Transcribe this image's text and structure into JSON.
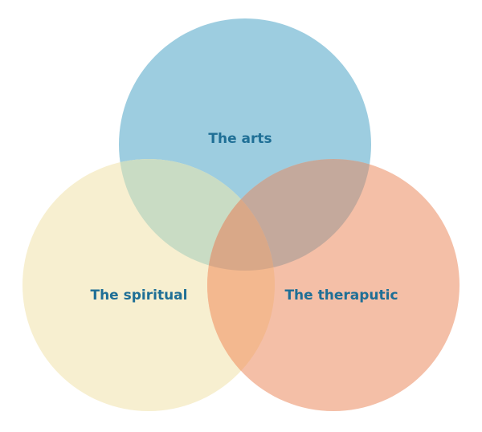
{
  "diagram": {
    "type": "venn",
    "sets": [
      {
        "id": "arts",
        "label": "The arts",
        "color": "#9dcde0"
      },
      {
        "id": "spiritual",
        "label": "The spiritual",
        "color": "#f7efd0"
      },
      {
        "id": "therapeutic",
        "label": "The theraputic",
        "color": "#f4bfa7"
      }
    ],
    "overlap_colors": {
      "arts_spiritual": "#c9dcc4",
      "arts_therapeutic": "#c4a99c",
      "spiritual_therapeutic": "#f3b88f",
      "all": "#d9a888"
    },
    "label_color": "#1f6f96"
  }
}
